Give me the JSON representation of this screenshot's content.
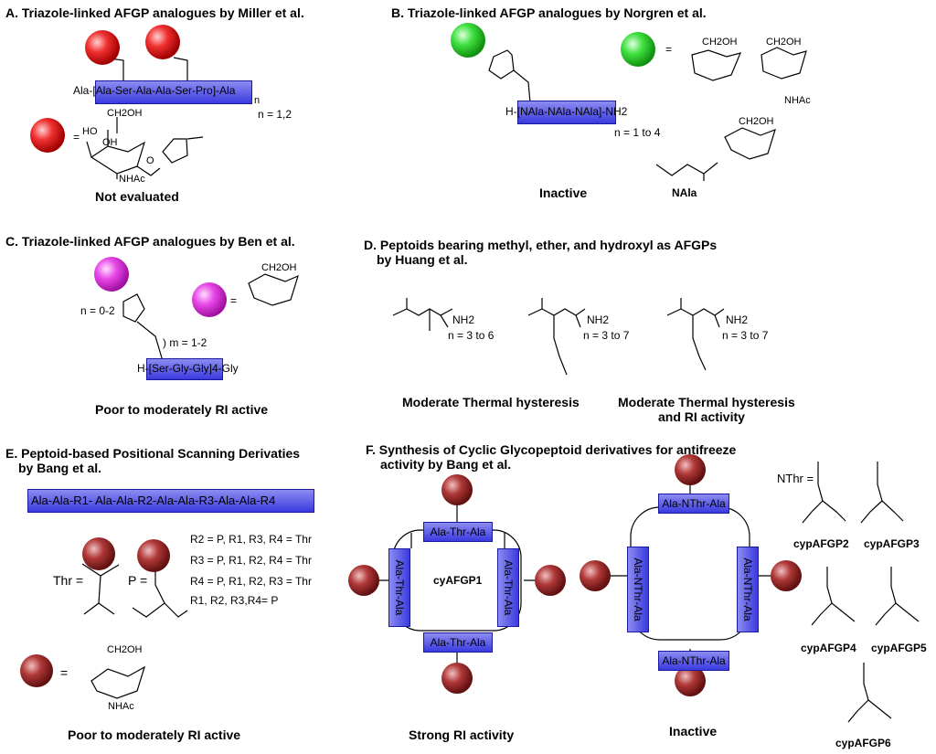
{
  "panelA": {
    "title": "A. Triazole-linked AFGP analogues by Miller et al.",
    "sequence": "Ala-[Ala-Ser-Ala-Ala-Ser-Pro]-Ala",
    "n_sub": "n",
    "n_value": "n = 1,2",
    "ch2oh": "CH2OH",
    "oh1": "HO",
    "oh2": "OH",
    "nhac": "NHAc",
    "o": "O",
    "eq": "=",
    "caption": "Not evaluated"
  },
  "panelB": {
    "title": "B. Triazole-linked AFGP analogues by Norgren et al.",
    "sequence": "H-[NAla-NAla-NAla]-NH2",
    "n_value": "n = 1 to 4",
    "eq": "=",
    "ch2oh": "CH2OH",
    "nhac": "NHAc",
    "nala": "NAla",
    "caption": "Inactive"
  },
  "panelC": {
    "title": "C. Triazole-linked AFGP analogues by Ben et al.",
    "n_label": "n = 0-2",
    "m_label": ") m = 1-2",
    "sequence": "H-[Ser-Gly-Gly]4-Gly",
    "sub4": "4",
    "eq": "=",
    "ch2oh": "CH2OH",
    "caption": "Poor to moderately RI active"
  },
  "panelD": {
    "title_line1": "D. Peptoids bearing methyl, ether, and hydroxyl as AFGPs",
    "title_line2": "by Huang et al.",
    "n1": "n = 3 to 6",
    "n2": "n = 3 to 7",
    "n3": "n = 3 to 7",
    "nh2": "NH2",
    "caption1": "Moderate Thermal hysteresis",
    "caption2_line1": "Moderate Thermal hysteresis",
    "caption2_line2": "and RI activity"
  },
  "panelE": {
    "title_line1": "E. Peptoid-based Positional Scanning Derivaties",
    "title_line2": "by Bang et al.",
    "sequence": "Ala-Ala-R1- Ala-Ala-R2-Ala-Ala-R3-Ala-Ala-R4",
    "thr_label": "Thr =",
    "p_label": "P =",
    "r_lines": [
      "R2 = P, R1, R3, R4 = Thr",
      "R3 = P, R1, R2, R4 = Thr",
      "R4 = P, R1, R2, R3 = Thr",
      "R1, R2, R3,R4= P"
    ],
    "eq": "=",
    "ch2oh": "CH2OH",
    "nhac": "NHAc",
    "caption": "Poor to moderately RI active"
  },
  "panelF": {
    "title_line1": "F. Synthesis of Cyclic Glycopeptoid derivatives for antifreeze",
    "title_line2": "activity by Bang et al.",
    "cy1": {
      "top": "Ala-Thr-Ala",
      "bottom": "Ala-Thr-Ala",
      "left": "Ala-Thr-Ala",
      "right": "Ala-Thr-Ala",
      "name": "cyAFGP1"
    },
    "cy2": {
      "top": "Ala-NThr-Ala",
      "bottom": "Ala-NThr-Ala",
      "left": "Ala-NThr-Ala",
      "right": "Ala-NThr-Ala"
    },
    "nthr_label": "NThr =",
    "variants": [
      "cypAFGP2",
      "cypAFGP3",
      "cypAFGP4",
      "cypAFGP5",
      "cypAFGP6"
    ],
    "caption1": "Strong RI activity",
    "caption2": "Inactive"
  },
  "colors": {
    "red_ball": "#e02020",
    "green_ball": "#30d030",
    "pink_ball": "#e040e0",
    "maroon_ball": "#a02828",
    "box": "#4a4ae8"
  }
}
